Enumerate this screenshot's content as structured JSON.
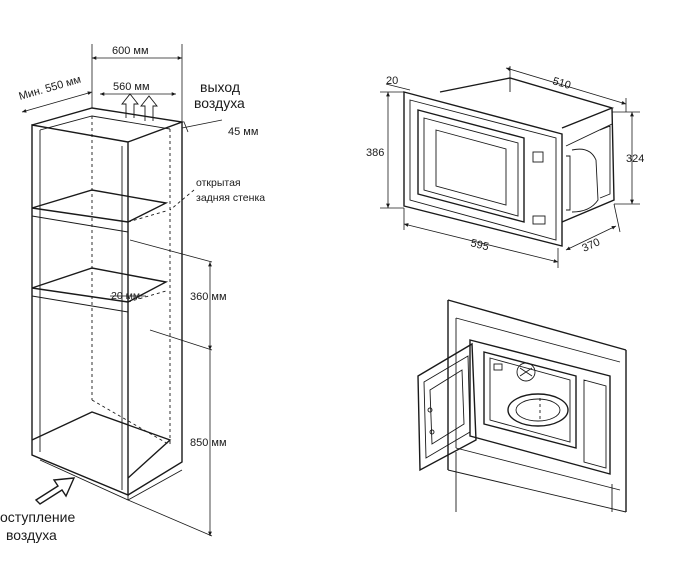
{
  "cabinet": {
    "width_label": "600 мм",
    "min_depth_label": "Мин. 550 мм",
    "opening_width_label": "560 мм",
    "air_out_line1": "выход",
    "air_out_line2": "воздуха",
    "gap_label": "45 мм",
    "open_back_line1": "открытая",
    "open_back_line2": "задняя стенка",
    "shelf_gap_label": "20 мм",
    "niche_height_label": "360 мм",
    "base_height_label": "850 мм",
    "air_in_line1": "оступление",
    "air_in_line2": "воздуха"
  },
  "oven": {
    "frame_depth_label": "20",
    "body_depth_label": "510",
    "frame_height_label": "386",
    "body_height_label": "324",
    "frame_width_label": "595",
    "body_width_label": "370"
  }
}
